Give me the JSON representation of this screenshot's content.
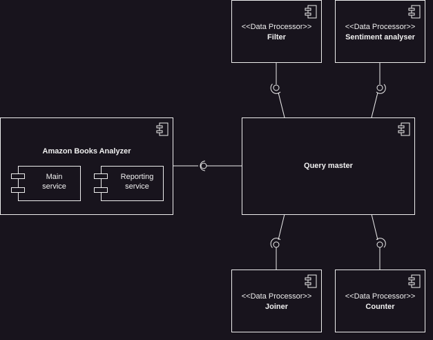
{
  "diagram": {
    "components": {
      "filter": {
        "stereotype": "<<Data Processor>>",
        "name": "Filter"
      },
      "sentiment": {
        "stereotype": "<<Data Processor>>",
        "name": "Sentiment analyser"
      },
      "query_master": {
        "name": "Query master"
      },
      "analyzer": {
        "name": "Amazon Books Analyzer",
        "sub": [
          {
            "line1": "Main",
            "line2": "service"
          },
          {
            "line1": "Reporting",
            "line2": "service"
          }
        ]
      },
      "joiner": {
        "stereotype": "<<Data Processor>>",
        "name": "Joiner"
      },
      "counter": {
        "stereotype": "<<Data Processor>>",
        "name": "Counter"
      }
    },
    "colors": {
      "background": "#18141d",
      "stroke": "#f0f0f0"
    },
    "icons": [
      "component-icon",
      "provided-interface-icon",
      "required-interface-icon"
    ]
  }
}
